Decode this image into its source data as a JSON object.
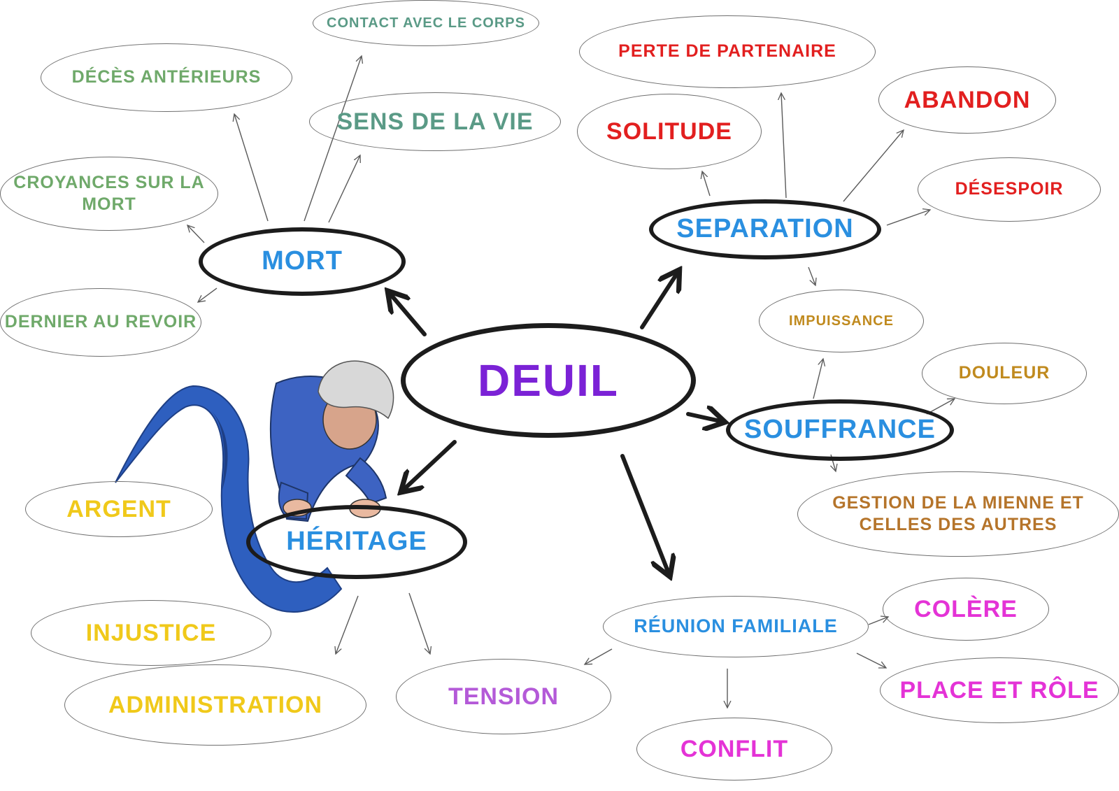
{
  "colors": {
    "center": "#7b22d6",
    "branch": "#2a8fe0",
    "mort_children": "#6fa96a",
    "sens_children": "#5a9a86",
    "separation_children": "#e21f1f",
    "souffrance_children": "#c08a1e",
    "gestion": "#b5742a",
    "heritage_children": "#f0c91a",
    "tension": "#b45ad8",
    "reunion_children": "#e433d6",
    "line": "#1c1c1c",
    "thin_line": "#5a5a5a",
    "ribbon": "#2e5fbf",
    "shirt": "#3d63c2",
    "hair": "#d8d8d8"
  },
  "center": {
    "label": "DEUIL"
  },
  "branches": {
    "mort": {
      "label": "MORT",
      "children": {
        "contact": "CONTACT AVEC LE CORPS",
        "deces": "DÉCÈS ANTÉRIEURS",
        "sens": "SENS DE LA VIE",
        "croyances": "CROYANCES SUR LA MORT",
        "dernier": "DERNIER AU REVOIR"
      }
    },
    "separation": {
      "label": "SEPARATION",
      "children": {
        "perte": "PERTE DE PARTENAIRE",
        "solitude": "SOLITUDE",
        "abandon": "ABANDON",
        "desespoir": "DÉSESPOIR",
        "impuissance": "IMPUISSANCE"
      }
    },
    "souffrance": {
      "label": "SOUFFRANCE",
      "children": {
        "douleur": "DOULEUR",
        "gestion": "GESTION DE LA MIENNE ET CELLES DES AUTRES"
      }
    },
    "heritage": {
      "label": "HÉRITAGE",
      "children": {
        "argent": "ARGENT",
        "injustice": "INJUSTICE",
        "administration": "ADMINISTRATION",
        "tension": "TENSION"
      }
    },
    "reunion": {
      "label": "RÉUNION FAMILIALE",
      "children": {
        "colere": "COLÈRE",
        "place": "PLACE ET RÔLE",
        "conflit": "CONFLIT"
      }
    }
  }
}
